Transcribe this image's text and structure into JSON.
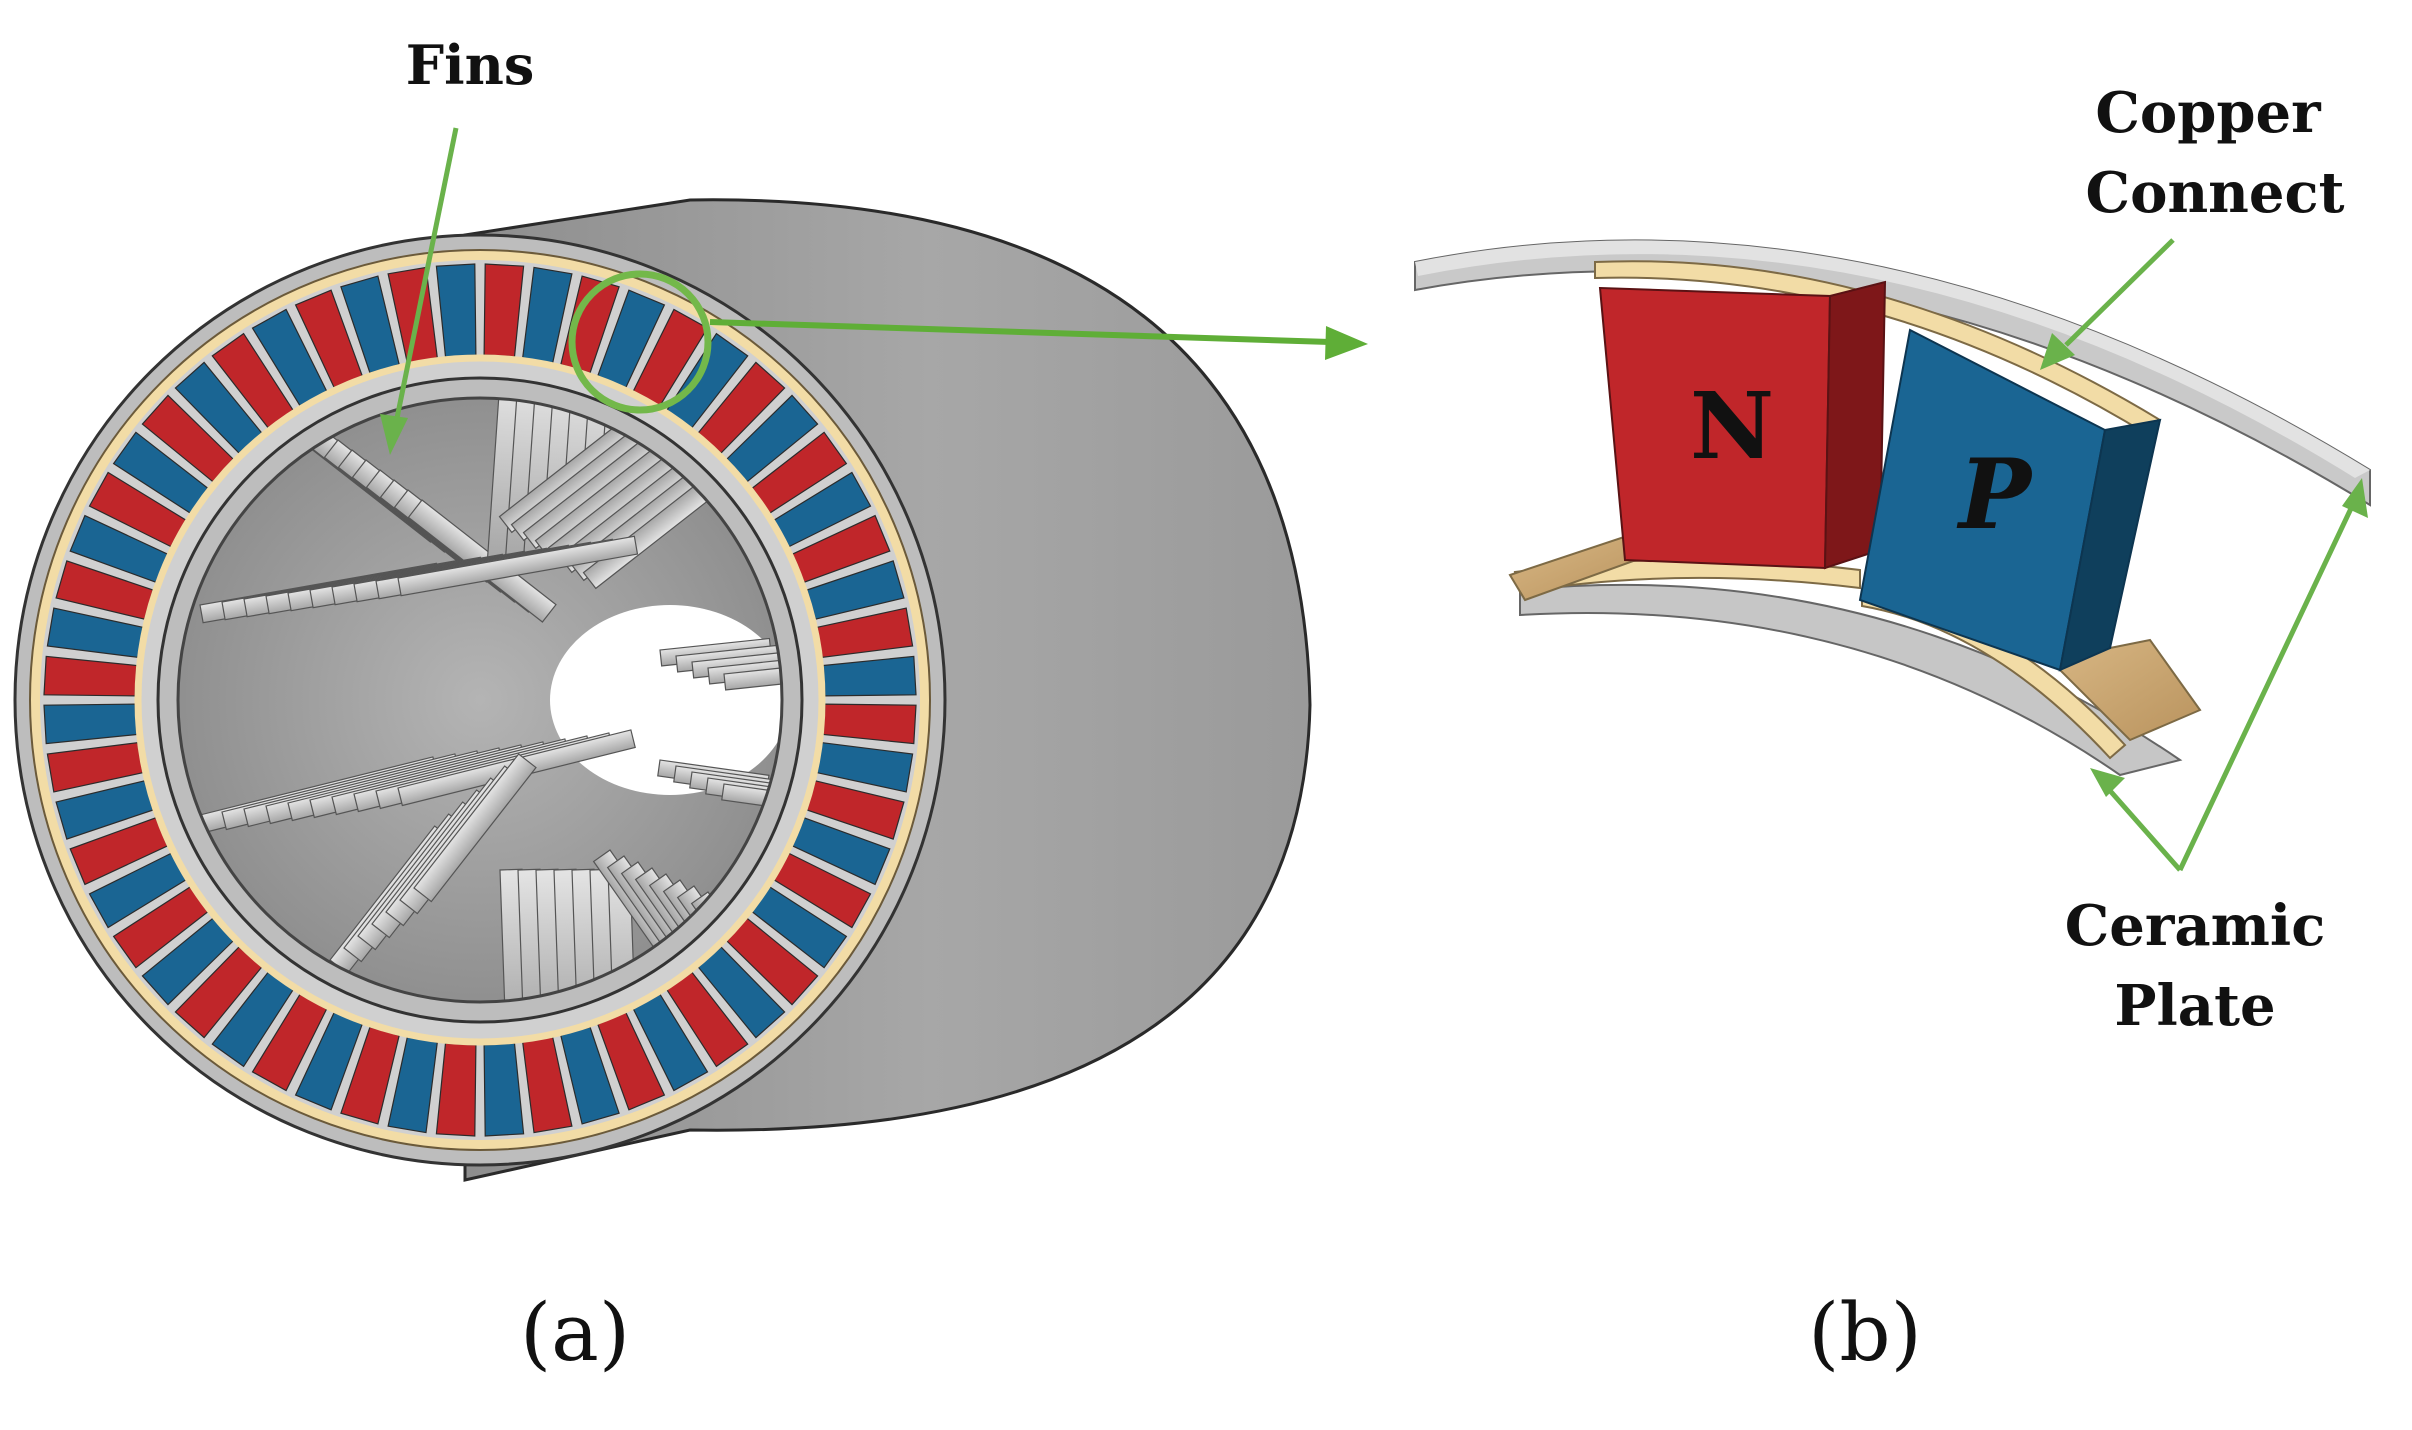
{
  "labels": {
    "fins": "Fins",
    "copper_line1": "Copper",
    "copper_line2": "Connect",
    "ceramic_line1": "Ceramic",
    "ceramic_line2": "Plate",
    "n_type": "N",
    "p_type": "P"
  },
  "captions": {
    "a": "(a)",
    "b": "(b)"
  },
  "colors": {
    "n_element": "#c0262a",
    "p_element": "#1a6593",
    "copper": "#f2dca6",
    "ceramic": "#c8c8c8",
    "shell": "#a9a9a9",
    "arrow": "#5fae37"
  }
}
